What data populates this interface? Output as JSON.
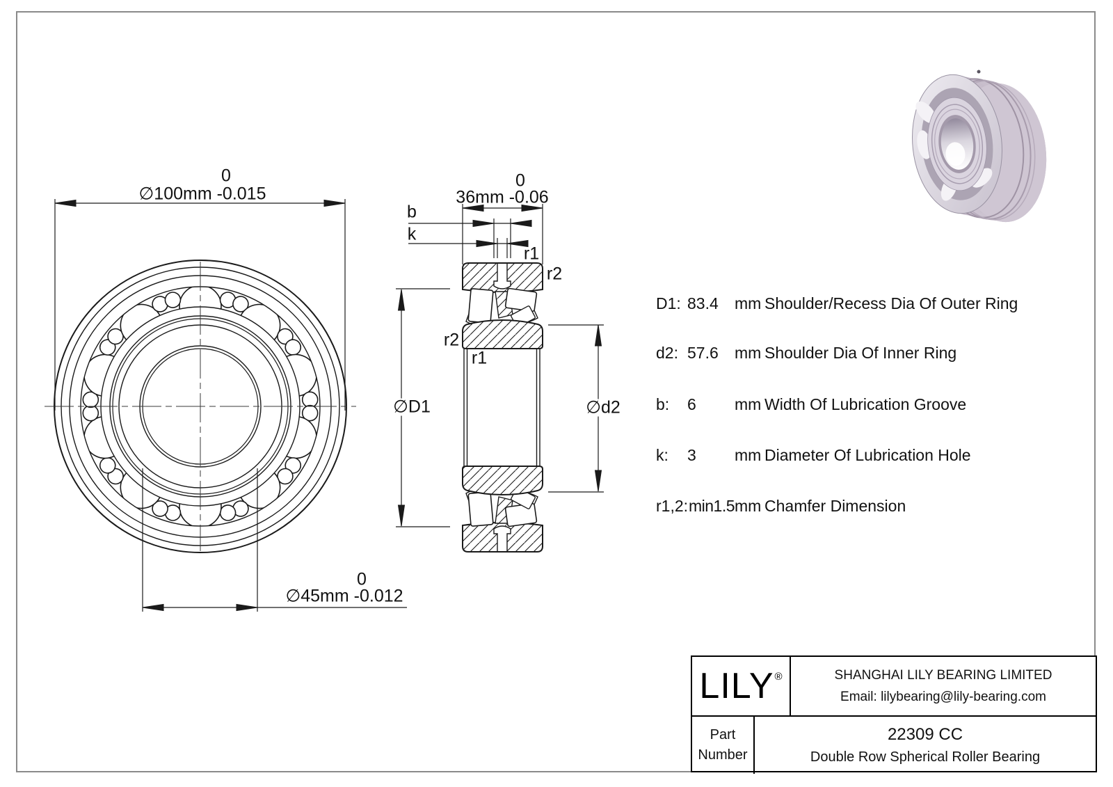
{
  "page": {
    "front_view": {
      "outer_dim_upper": "0",
      "outer_dim": "∅100mm -0.015",
      "bore_dim_upper": "0",
      "bore_dim": "∅45mm -0.012"
    },
    "section_view": {
      "width_dim_upper": "0",
      "width_dim": "36mm -0.06",
      "label_b": "b",
      "label_k": "k",
      "label_r1_top": "r1",
      "label_r2_top": "r2",
      "label_r2_side": "r2",
      "label_r1_side": "r1",
      "label_d1": "∅D1",
      "label_d2": "∅d2"
    },
    "specs": {
      "rows": [
        {
          "label": "D1:",
          "value": "83.4",
          "unit": "mm",
          "desc": "Shoulder/Recess Dia Of Outer Ring"
        },
        {
          "label": "d2:",
          "value": "57.6",
          "unit": "mm",
          "desc": "Shoulder Dia Of Inner Ring"
        },
        {
          "label": "b:",
          "value": "6",
          "unit": "mm",
          "desc": "Width Of Lubrication Groove"
        },
        {
          "label": "k:",
          "value": "3",
          "unit": "mm",
          "desc": "Diameter Of Lubrication Hole"
        },
        {
          "label": "r1,2:",
          "value": "min1.5",
          "unit": "mm",
          "desc": "Chamfer Dimension"
        }
      ]
    },
    "title_block": {
      "logo": "LILY",
      "logo_reg": "®",
      "company": "SHANGHAI LILY BEARING LIMITED",
      "email": "Email: lilybearing@lily-bearing.com",
      "part_label": "Part Number",
      "part_number": "22309 CC",
      "part_name": "Double Row Spherical Roller Bearing"
    }
  }
}
